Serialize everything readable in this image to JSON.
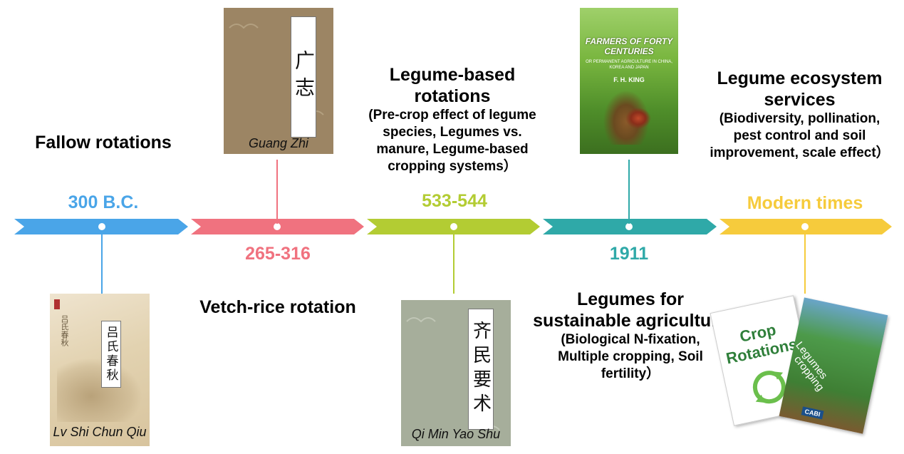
{
  "colors": {
    "blue": "#4aa5e8",
    "pink": "#f0727f",
    "green": "#b3cc33",
    "teal": "#2fa9a8",
    "yellow": "#f6cb3c"
  },
  "events": [
    {
      "date": "300 B.C.",
      "heading": "Fallow rotations",
      "detail": "",
      "book": "Lv Shi Chun Qiu",
      "book_title_cn": "吕氏春秋"
    },
    {
      "date": "265-316",
      "heading": "Vetch-rice rotation",
      "detail": "",
      "book": "Guang Zhi",
      "book_title_cn": "广志"
    },
    {
      "date": "533-544",
      "heading_lines": [
        "Legume-based",
        "rotations"
      ],
      "detail_lines": [
        "(Pre-crop effect of legume",
        "species, Legumes vs.",
        "manure, Legume-based",
        "cropping systems）"
      ],
      "book": "Qi Min Yao Shu",
      "book_title_cn": "齐民要术"
    },
    {
      "date": "1911",
      "heading_lines": [
        "Legumes for",
        "sustainable agriculture"
      ],
      "detail_lines": [
        "(Biological N-fixation,",
        "Multiple cropping, Soil",
        "fertility）"
      ],
      "book_cover_lines": [
        "FARMERS OF FORTY",
        "CENTURIES"
      ],
      "book_subtitle": "OR PERMANENT AGRICULTURE IN CHINA, KOREA AND JAPAN",
      "book_author": "F. H. KING"
    },
    {
      "date": "Modern times",
      "heading_lines": [
        "Legume ecosystem",
        "services"
      ],
      "detail_lines": [
        "(Biodiversity, pollination,",
        "pest control and soil",
        "improvement, scale effect）"
      ],
      "book1_lines": [
        "Crop",
        "Rotations"
      ],
      "book2_lines": [
        "Legumes",
        "cropping"
      ],
      "book2_publisher": "CABI"
    }
  ]
}
